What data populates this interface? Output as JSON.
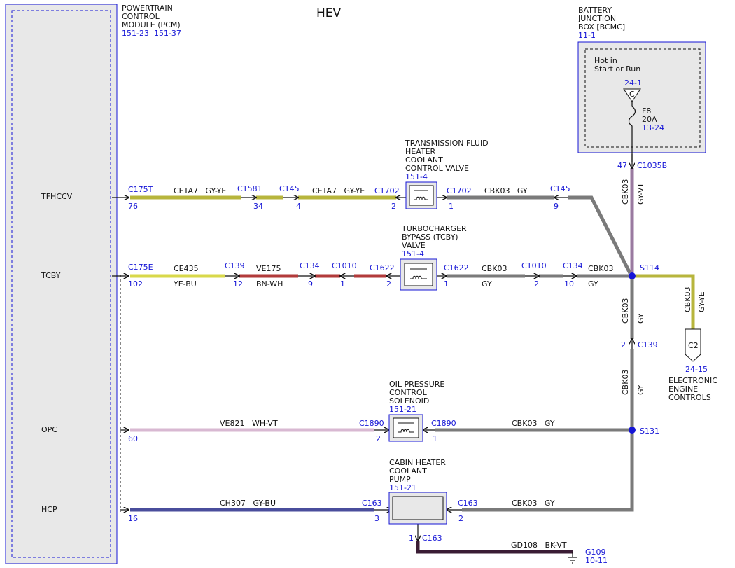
{
  "title": "HEV",
  "pcm": {
    "name_lines": [
      "POWERTRAIN",
      "CONTROL",
      "MODULE (PCM)"
    ],
    "ref": "151-23  151-37",
    "pins": [
      "TFHCCV",
      "TCBY",
      "OPC",
      "HCP"
    ]
  },
  "bjb": {
    "name_lines": [
      "BATTERY",
      "JUNCTION",
      "BOX [BCMC]"
    ],
    "ref": "11-1",
    "hot_lines": [
      "Hot in",
      "Start or Run"
    ],
    "conn_ref": "24-1",
    "conn_letter": "C",
    "fuse": "F8",
    "fuse_rating": "20A",
    "fuse_ref": "13-24"
  },
  "devices": {
    "tfhccv": {
      "name_lines": [
        "TRANSMISSION FLUID",
        "HEATER",
        "COOLANT",
        "CONTROL VALVE"
      ],
      "ref": "151-4"
    },
    "tcby": {
      "name_lines": [
        "TURBOCHARGER",
        "BYPASS (TCBY)",
        "VALVE"
      ],
      "ref": "151-4"
    },
    "opc": {
      "name_lines": [
        "OIL PRESSURE",
        "CONTROL",
        "SOLENOID"
      ],
      "ref": "151-21"
    },
    "hcp": {
      "name_lines": [
        "CABIN HEATER",
        "COOLANT",
        "PUMP"
      ],
      "ref": "151-21"
    }
  },
  "eec": {
    "letter": "C2",
    "ref": "24-15",
    "name_lines": [
      "ELECTRONIC",
      "ENGINE",
      "CONTROLS"
    ]
  },
  "wire_colors": {
    "gy_ye": "#b7b53c",
    "ye_bu": "#d8d84a",
    "bn_wh": "#b23a3a",
    "wh_vt": "#d8b8d2",
    "gy_bu": "#4a4e9c",
    "gy": "#7a7a7a",
    "gy_vt": "#9a7aa0",
    "bk_vt": "#3a1c34",
    "connector_blue": "#1515d6"
  },
  "row1": {
    "c175t": "C175T",
    "pin76": "76",
    "wire1": "CETA7   GY-YE",
    "c1581": "C1581",
    "pin34": "34",
    "c145a": "C145",
    "pin4": "4",
    "wire2": "CETA7   GY-YE",
    "c1702a": "C1702",
    "pin2": "2",
    "c1702b": "C1702",
    "pin1": "1",
    "wire3": "CBK03   GY",
    "c145b": "C145",
    "pin9": "9"
  },
  "row2": {
    "c175e": "C175E",
    "pin102": "102",
    "wire1_top": "CE435",
    "wire1_bot": "YE-BU",
    "c139": "C139",
    "pin12": "12",
    "wire2_top": "VE175",
    "wire2_bot": "BN-WH",
    "c134a": "C134",
    "pin9": "9",
    "c1010a": "C1010",
    "pin1": "1",
    "c1622a": "C1622",
    "pin2": "2",
    "c1622b": "C1622",
    "pin1b": "1",
    "wire3_top": "CBK03",
    "wire3_bot": "GY",
    "c1010b": "C1010",
    "pin2b": "2",
    "c134b": "C134",
    "pin10": "10",
    "wire4_top": "CBK03",
    "wire4_bot": "GY"
  },
  "row3": {
    "pin60": "60",
    "wire1": "VE821   WH-VT",
    "c1890a": "C1890",
    "pin2": "2",
    "c1890b": "C1890",
    "pin1": "1",
    "wire2": "CBK03   GY"
  },
  "row4": {
    "pin16": "16",
    "wire1": "CH307   GY-BU",
    "c163a": "C163",
    "pin3": "3",
    "c163b": "C163",
    "pin2": "2",
    "wire2": "CBK03   GY",
    "c163c": "C163",
    "pin1": "1",
    "wire3": "GD108   BK-VT",
    "ground": "G109",
    "ground_ref": "10-11"
  },
  "vertical": {
    "pin47": "47",
    "c1035b": "C1035B",
    "wire_top_a": "CBK03",
    "wire_top_b": "GY-VT",
    "s114": "S114",
    "wire_mid_a": "CBK03",
    "wire_mid_b": "GY",
    "pin2": "2",
    "c139": "C139",
    "wire_low_a": "CBK03",
    "wire_low_b": "GY",
    "s131": "S131",
    "wire_eec_a": "CBK03",
    "wire_eec_b": "GY-YE"
  }
}
